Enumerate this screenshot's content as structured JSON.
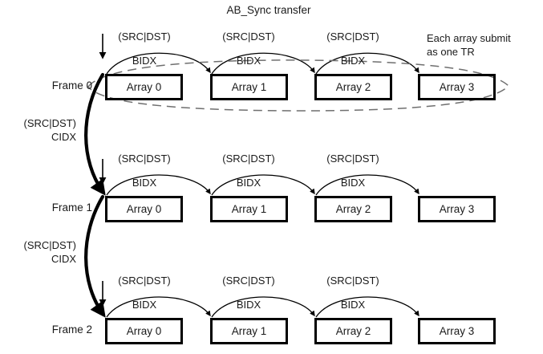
{
  "title": "AB_Sync transfer",
  "note": {
    "line1": "Each array submit",
    "line2": "as one TR"
  },
  "labels": {
    "src_dst": "(SRC|DST)",
    "bidx": "BIDX",
    "cidx": "CIDX"
  },
  "frames": [
    {
      "name": "Frame 0",
      "arrays": [
        "Array 0",
        "Array 1",
        "Array 2",
        "Array 3"
      ],
      "arc_labels": [
        "BIDX",
        "BIDX",
        "BIDX"
      ],
      "arc_top_labels": [
        "(SRC|DST)",
        "(SRC|DST)",
        "(SRC|DST)"
      ],
      "grouped": true
    },
    {
      "name": "Frame 1",
      "arrays": [
        "Array 0",
        "Array 1",
        "Array 2",
        "Array 3"
      ],
      "arc_labels": [
        "BIDX",
        "BIDX",
        "BIDX"
      ],
      "arc_top_labels": [
        "(SRC|DST)",
        "(SRC|DST)",
        "(SRC|DST)"
      ],
      "grouped": false
    },
    {
      "name": "Frame 2",
      "arrays": [
        "Array 0",
        "Array 1",
        "Array 2",
        "Array 3"
      ],
      "arc_labels": [
        "BIDX",
        "BIDX",
        "BIDX"
      ],
      "arc_top_labels": [
        "(SRC|DST)",
        "(SRC|DST)",
        "(SRC|DST)"
      ],
      "grouped": false
    }
  ],
  "frame_links": [
    {
      "src_dst": "(SRC|DST)",
      "cidx": "CIDX"
    },
    {
      "src_dst": "(SRC|DST)",
      "cidx": "CIDX"
    }
  ],
  "colors": {
    "stroke": "#000000",
    "text": "#1a1a1a",
    "dashed": "#6f6f6f",
    "background": "#ffffff"
  }
}
